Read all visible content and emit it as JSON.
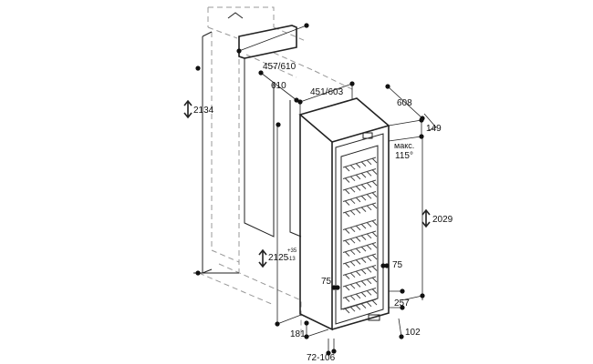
{
  "dimensions": {
    "niche_height": "2134",
    "niche_depth_top": "457/610",
    "niche_depth": "610",
    "niche_width": "451/603",
    "appliance_depth": "608",
    "door_offset": "149",
    "door_angle_label": "макс.",
    "door_angle": "115°",
    "appliance_height": "2029",
    "niche_height_adj": "2125",
    "tol_plus": "+35",
    "tol_minus": "-13",
    "side_left": "75",
    "side_right": "75",
    "plinth_front": "257",
    "plinth_depth": "102",
    "base_height": "181",
    "foot_range": "72-106"
  }
}
